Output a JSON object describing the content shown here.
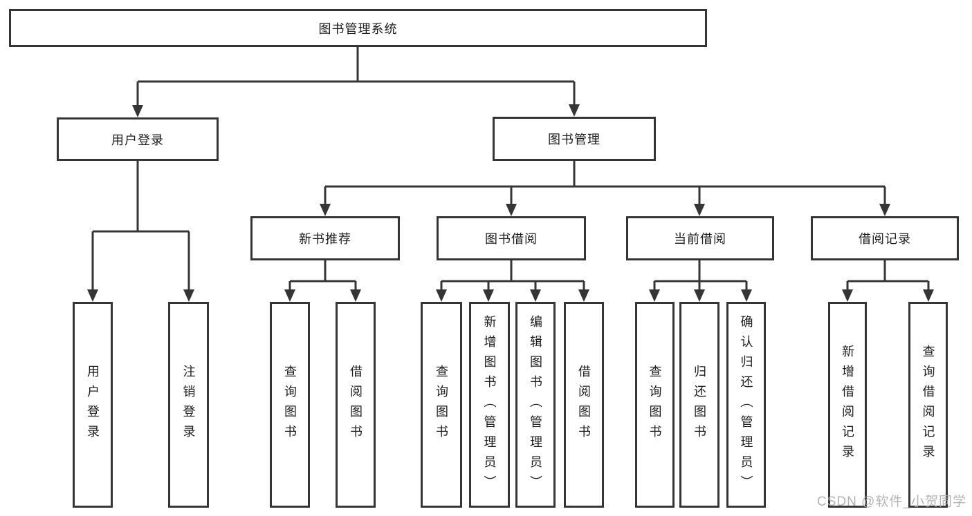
{
  "diagram_title": "图书管理系统",
  "colors": {
    "line": "#353535",
    "box_border": "#353535",
    "box_background": "#ffffff",
    "text": "#1d1d1d",
    "watermark": "#ababab"
  },
  "nodes": {
    "root": "图书管理系统",
    "user_login": "用户登录",
    "book_mgmt": "图书管理",
    "new_book_rec": "新书推荐",
    "book_borrow": "图书借阅",
    "current_borrow": "当前借阅",
    "borrow_record": "借阅记录",
    "leaf_user_login": "用户登录",
    "leaf_logout": "注销登录",
    "leaf_nbr_query": "查询图书",
    "leaf_nbr_borrow": "借阅图书",
    "leaf_bb_query": "查询图书",
    "leaf_bb_add": "新增图书（管理员）",
    "leaf_bb_edit": "编辑图书（管理员）",
    "leaf_bb_borrow": "借阅图书",
    "leaf_cb_query": "查询图书",
    "leaf_cb_return": "归还图书",
    "leaf_cb_confirm": "确认归还（管理员）",
    "leaf_br_add": "新增借阅记录",
    "leaf_br_query": "查询借阅记录"
  },
  "hierarchy": {
    "图书管理系统": {
      "用户登录": [
        "用户登录",
        "注销登录"
      ],
      "图书管理": {
        "新书推荐": [
          "查询图书",
          "借阅图书"
        ],
        "图书借阅": [
          "查询图书",
          "新增图书（管理员）",
          "编辑图书（管理员）",
          "借阅图书"
        ],
        "当前借阅": [
          "查询图书",
          "归还图书",
          "确认归还（管理员）"
        ],
        "借阅记录": [
          "新增借阅记录",
          "查询借阅记录"
        ]
      }
    }
  },
  "watermark": "CSDN @软件_小贺同学"
}
